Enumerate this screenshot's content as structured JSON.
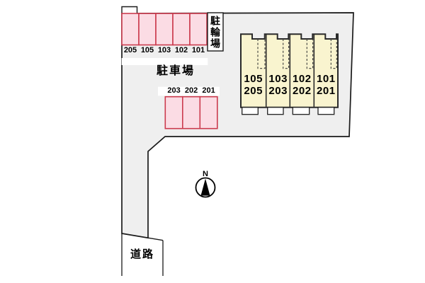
{
  "colors": {
    "site-fill": "#efefef",
    "outline": "#1a1a1a",
    "stall-fill": "#fbdce4",
    "stall-stroke": "#cc3b4e",
    "building-fill": "#f9f4cf"
  },
  "bicycle_parking": {
    "label": "駐輪場"
  },
  "parking": {
    "label": "駐車場",
    "top_row_stalls": [
      "205",
      "105",
      "103",
      "102",
      "101"
    ],
    "mid_row_stalls": [
      "203",
      "202",
      "201"
    ]
  },
  "building": {
    "units": [
      {
        "upper": "105",
        "lower": "205"
      },
      {
        "upper": "103",
        "lower": "203"
      },
      {
        "upper": "102",
        "lower": "202"
      },
      {
        "upper": "101",
        "lower": "201"
      }
    ]
  },
  "road": {
    "label": "道路"
  },
  "compass": {
    "label": "N"
  }
}
